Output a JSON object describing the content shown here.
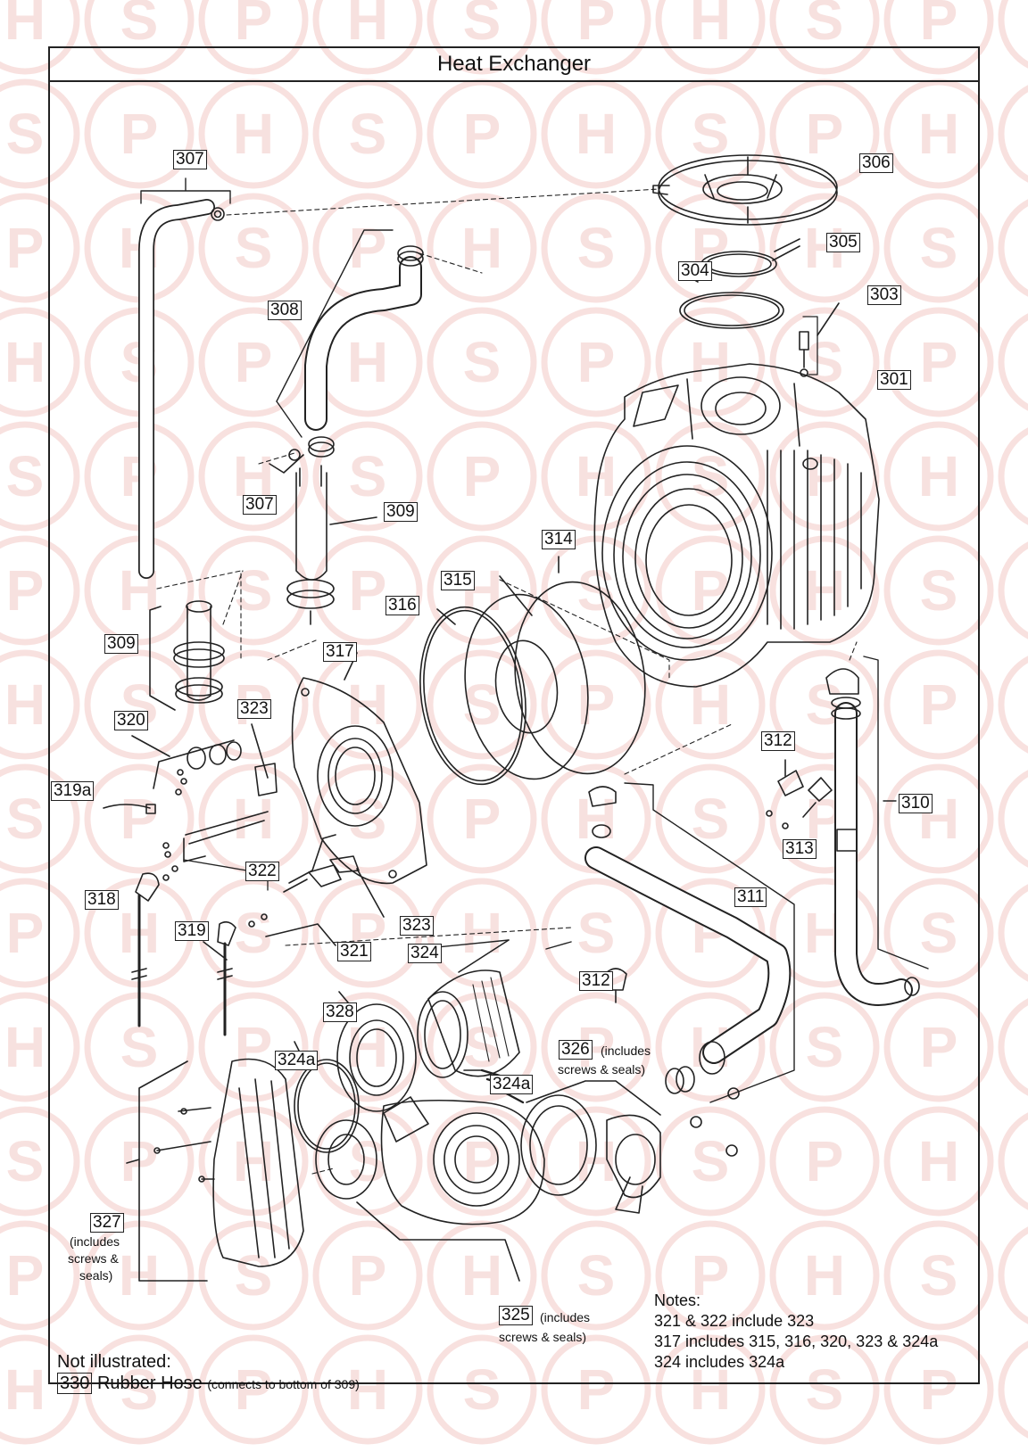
{
  "title": "Heat Exchanger",
  "watermark": {
    "letters": [
      "H",
      "S",
      "P"
    ],
    "color": "#f2c9c5"
  },
  "labels": {
    "l307a": "307",
    "l306": "306",
    "l305": "305",
    "l304": "304",
    "l303": "303",
    "l308": "308",
    "l301": "301",
    "l307b": "307",
    "l309a": "309",
    "l314": "314",
    "l315": "315",
    "l316": "316",
    "l309b": "309",
    "l317": "317",
    "l323a": "323",
    "l320": "320",
    "l312a": "312",
    "l310": "310",
    "l319a": "319a",
    "l313": "313",
    "l322": "322",
    "l311": "311",
    "l318": "318",
    "l323b": "323",
    "l319": "319",
    "l321": "321",
    "l324": "324",
    "l312b": "312",
    "l328": "328",
    "l326": "326",
    "l324a1": "324a",
    "l324a2": "324a",
    "l327": "327",
    "l325": "325"
  },
  "label_notes": {
    "n326a": "(includes",
    "n326b": "screws & seals)",
    "n327a": "(includes",
    "n327b": "screws &",
    "n327c": "seals)",
    "n325a": "(includes",
    "n325b": "screws & seals)"
  },
  "notes": {
    "heading": "Notes:",
    "lines": [
      "321 & 322 include 323",
      "317 includes 315, 316, 320, 323 & 324a",
      "324 includes 324a"
    ]
  },
  "not_illustrated": {
    "heading": "Not illustrated:",
    "code": "330",
    "name": "Rubber Hose",
    "detail": "(connects to bottom of 309)"
  }
}
